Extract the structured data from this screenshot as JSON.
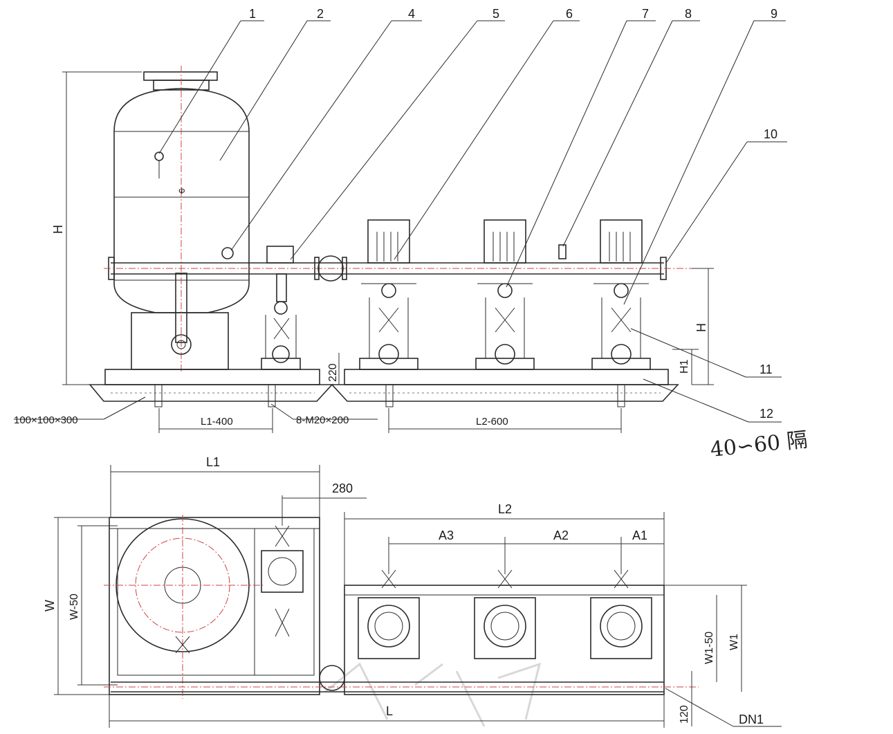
{
  "callouts": [
    "1",
    "2",
    "4",
    "5",
    "6",
    "7",
    "8",
    "9",
    "10",
    "11",
    "12"
  ],
  "elevation_dims": {
    "h_total": "H",
    "h_pipe": "H",
    "h1": "H1",
    "plinth": "220",
    "bolt_block": "100×100×300",
    "anchor_bolt": "8-M20×200",
    "l1_span": "L1-400",
    "l2_span": "L2-600",
    "tank_dia": "Φ"
  },
  "plan_dims": {
    "l1": "L1",
    "offset": "280",
    "l2": "L2",
    "a3": "A3",
    "a2": "A2",
    "a1": "A1",
    "w": "W",
    "w50": "W-50",
    "w1_50": "W1-50",
    "w1": "W1",
    "l": "L",
    "bottom_offset": "120",
    "dn1": "DN1"
  },
  "handwritten_note": "40∽60 隔",
  "colors": {
    "line": "#2a2a2a",
    "centerline": "#d04040",
    "background": "#ffffff"
  }
}
